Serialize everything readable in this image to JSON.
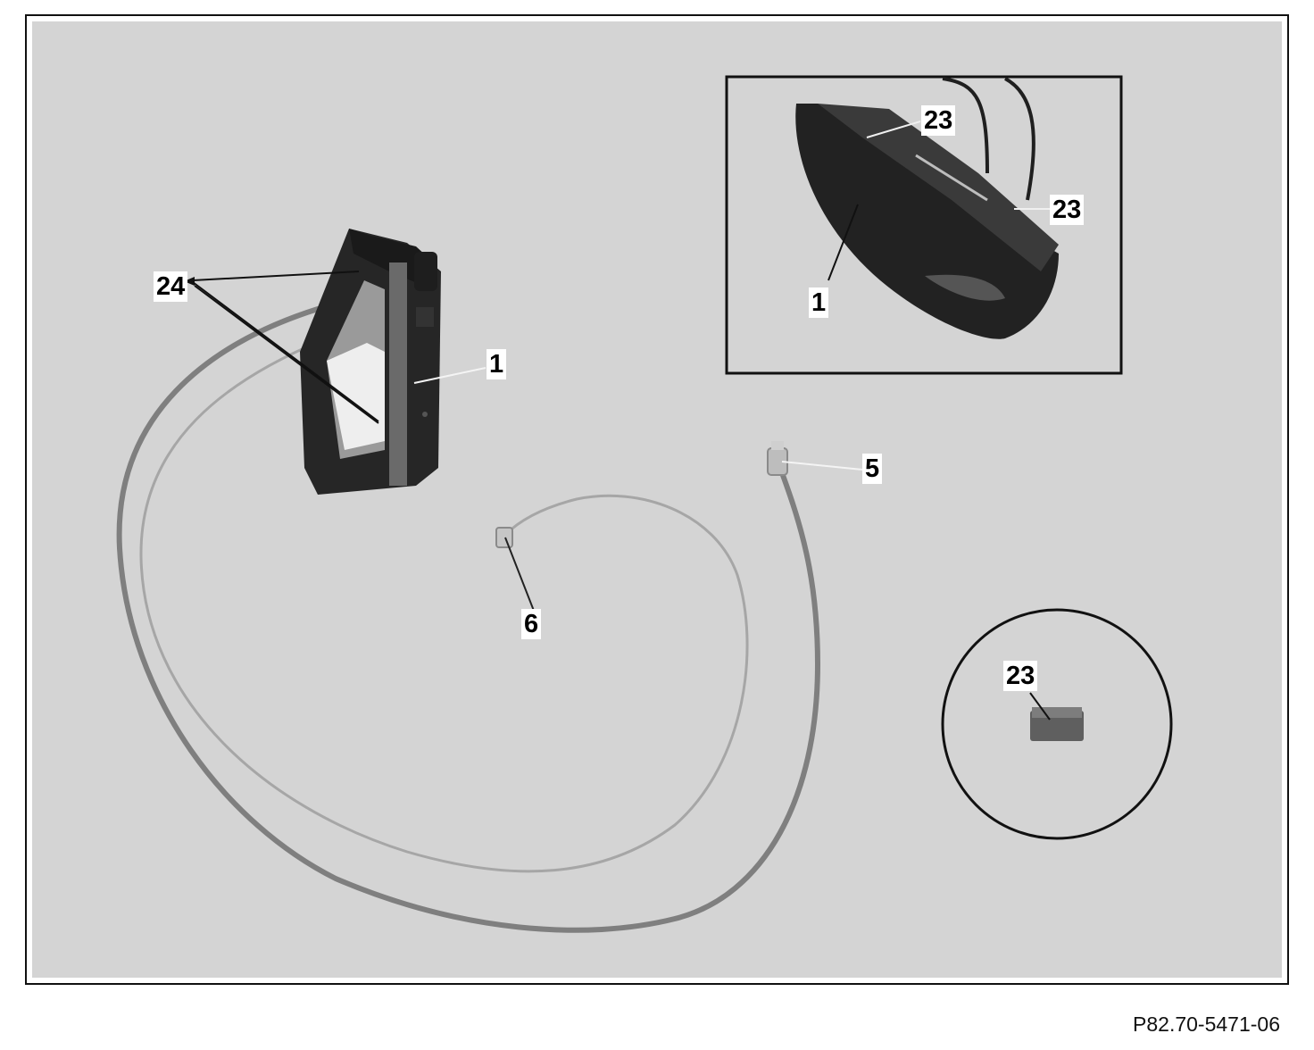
{
  "callouts": {
    "item_24": "24",
    "item_1": "1",
    "item_5": "5",
    "item_6": "6",
    "inset_item_23_top": "23",
    "inset_item_23_right": "23",
    "inset_item_1": "1",
    "detail_item_23": "23"
  },
  "figure_reference": "P82.70-5471-06",
  "colors": {
    "photo_background": "#d4d4d4",
    "frame": "#111111",
    "cable": "#8b8b8b",
    "module_body": "#2a2a2a"
  }
}
